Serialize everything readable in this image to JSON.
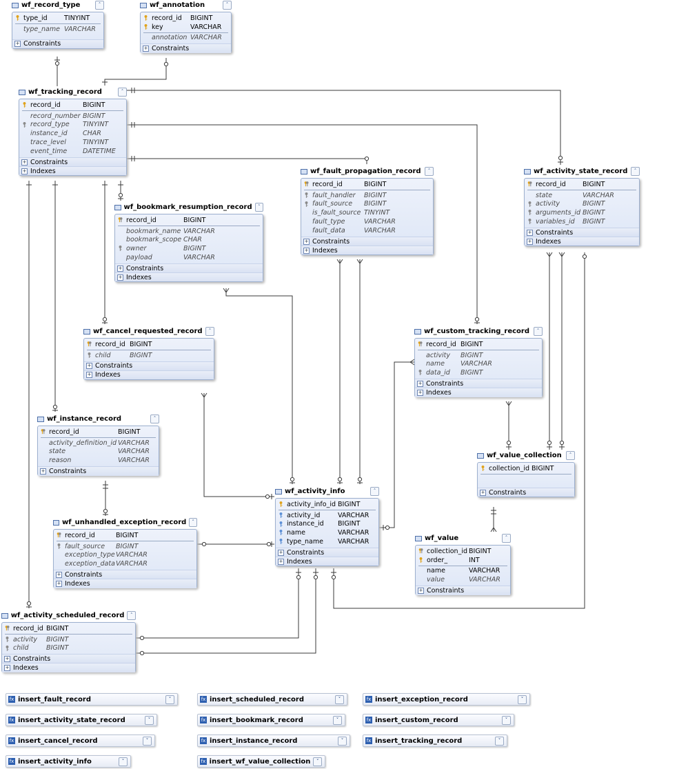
{
  "tables": [
    {
      "id": "t_record_type",
      "name": "wf_record_type",
      "rows": [
        {
          "name": "type_id",
          "type": "TINYINT",
          "key": "pk"
        },
        {
          "sep": true
        },
        {
          "name": "type_name",
          "type": "VARCHAR",
          "key": ""
        }
      ],
      "sections": [
        "Constraints"
      ]
    },
    {
      "id": "t_annotation",
      "name": "wf_annotation",
      "rows": [
        {
          "name": "record_id",
          "type": "BIGINT",
          "key": "pk"
        },
        {
          "name": "key",
          "type": "VARCHAR",
          "key": "pk"
        },
        {
          "sep": true
        },
        {
          "name": "annotation",
          "type": "VARCHAR",
          "key": ""
        }
      ],
      "sections": [
        "Constraints"
      ]
    },
    {
      "id": "t_tracking_record",
      "name": "wf_tracking_record",
      "rows": [
        {
          "name": "record_id",
          "type": "BIGINT",
          "key": "pk"
        },
        {
          "sep": true
        },
        {
          "name": "record_number",
          "type": "BIGINT",
          "key": ""
        },
        {
          "name": "record_type",
          "type": "TINYINT",
          "key": "fk"
        },
        {
          "name": "instance_id",
          "type": "CHAR",
          "key": ""
        },
        {
          "name": "trace_level",
          "type": "TINYINT",
          "key": ""
        },
        {
          "name": "event_time",
          "type": "DATETIME",
          "key": ""
        }
      ],
      "sections": [
        "Constraints",
        "Indexes"
      ]
    },
    {
      "id": "t_bookmark",
      "name": "wf_bookmark_resumption_record",
      "rows": [
        {
          "name": "record_id",
          "type": "BIGINT",
          "key": "pkfk"
        },
        {
          "sep": true
        },
        {
          "name": "bookmark_name",
          "type": "VARCHAR",
          "key": ""
        },
        {
          "name": "bookmark_scope",
          "type": "CHAR",
          "key": ""
        },
        {
          "name": "owner",
          "type": "BIGINT",
          "key": "fk"
        },
        {
          "name": "payload",
          "type": "VARCHAR",
          "key": ""
        }
      ],
      "sections": [
        "Constraints",
        "Indexes"
      ]
    },
    {
      "id": "t_fault",
      "name": "wf_fault_propagation_record",
      "rows": [
        {
          "name": "record_id",
          "type": "BIGINT",
          "key": "pkfk"
        },
        {
          "sep": true
        },
        {
          "name": "fault_handler",
          "type": "BIGINT",
          "key": "fk"
        },
        {
          "name": "fault_source",
          "type": "BIGINT",
          "key": "fk"
        },
        {
          "name": "is_fault_source",
          "type": "TINYINT",
          "key": ""
        },
        {
          "name": "fault_type",
          "type": "VARCHAR",
          "key": ""
        },
        {
          "name": "fault_data",
          "type": "VARCHAR",
          "key": ""
        }
      ],
      "sections": [
        "Constraints",
        "Indexes"
      ]
    },
    {
      "id": "t_activity_state",
      "name": "wf_activity_state_record",
      "rows": [
        {
          "name": "record_id",
          "type": "BIGINT",
          "key": "pkfk"
        },
        {
          "sep": true
        },
        {
          "name": "state",
          "type": "VARCHAR",
          "key": ""
        },
        {
          "name": "activity",
          "type": "BIGINT",
          "key": "fk"
        },
        {
          "name": "arguments_id",
          "type": "BIGINT",
          "key": "fk"
        },
        {
          "name": "variables_id",
          "type": "BIGINT",
          "key": "fk"
        }
      ],
      "sections": [
        "Constraints",
        "Indexes"
      ]
    },
    {
      "id": "t_cancel",
      "name": "wf_cancel_requested_record",
      "rows": [
        {
          "name": "record_id",
          "type": "BIGINT",
          "key": "pkfk"
        },
        {
          "sep": true
        },
        {
          "name": "child",
          "type": "BIGINT",
          "key": "fk"
        }
      ],
      "sections": [
        "Constraints",
        "Indexes"
      ]
    },
    {
      "id": "t_custom",
      "name": "wf_custom_tracking_record",
      "rows": [
        {
          "name": "record_id",
          "type": "BIGINT",
          "key": "pkfk"
        },
        {
          "sep": true
        },
        {
          "name": "activity",
          "type": "BIGINT",
          "key": ""
        },
        {
          "name": "name",
          "type": "VARCHAR",
          "key": ""
        },
        {
          "name": "data_id",
          "type": "BIGINT",
          "key": "fk"
        }
      ],
      "sections": [
        "Constraints",
        "Indexes"
      ]
    },
    {
      "id": "t_instance",
      "name": "wf_instance_record",
      "rows": [
        {
          "name": "record_id",
          "type": "BIGINT",
          "key": "pkfk"
        },
        {
          "sep": true
        },
        {
          "name": "activity_definition_id",
          "type": "VARCHAR",
          "key": ""
        },
        {
          "name": "state",
          "type": "VARCHAR",
          "key": ""
        },
        {
          "name": "reason",
          "type": "VARCHAR",
          "key": ""
        }
      ],
      "sections": [
        "Constraints"
      ]
    },
    {
      "id": "t_value_collection",
      "name": "wf_value_collection",
      "rows": [
        {
          "name": "collection_id",
          "type": "BIGINT",
          "key": "pk"
        },
        {
          "sep": true
        }
      ],
      "sections": [
        "Constraints"
      ]
    },
    {
      "id": "t_activity_info",
      "name": "wf_activity_info",
      "rows": [
        {
          "name": "activity_info_id",
          "type": "BIGINT",
          "key": "pk"
        },
        {
          "sep": true
        },
        {
          "name": "activity_id",
          "type": "VARCHAR",
          "key": "ak"
        },
        {
          "name": "instance_id",
          "type": "BIGINT",
          "key": "ak"
        },
        {
          "name": "name",
          "type": "VARCHAR",
          "key": "ak"
        },
        {
          "name": "type_name",
          "type": "VARCHAR",
          "key": "ak"
        }
      ],
      "sections": [
        "Constraints",
        "Indexes"
      ]
    },
    {
      "id": "t_unhandled",
      "name": "wf_unhandled_exception_record",
      "rows": [
        {
          "name": "record_id",
          "type": "BIGINT",
          "key": "pkfk"
        },
        {
          "sep": true
        },
        {
          "name": "fault_source",
          "type": "BIGINT",
          "key": "fk"
        },
        {
          "name": "exception_type",
          "type": "VARCHAR",
          "key": ""
        },
        {
          "name": "exception_data",
          "type": "VARCHAR",
          "key": ""
        }
      ],
      "sections": [
        "Constraints",
        "Indexes"
      ]
    },
    {
      "id": "t_value",
      "name": "wf_value",
      "rows": [
        {
          "name": "collection_id",
          "type": "BIGINT",
          "key": "pkfk"
        },
        {
          "name": "order_",
          "type": "INT",
          "key": "pk"
        },
        {
          "sep": true
        },
        {
          "name": "name",
          "type": "VARCHAR",
          "key": "plain"
        },
        {
          "name": "value",
          "type": "VARCHAR",
          "key": ""
        }
      ],
      "sections": [
        "Constraints"
      ]
    },
    {
      "id": "t_scheduled",
      "name": "wf_activity_scheduled_record",
      "rows": [
        {
          "name": "record_id",
          "type": "BIGINT",
          "key": "pkfk"
        },
        {
          "sep": true
        },
        {
          "name": "activity",
          "type": "BIGINT",
          "key": "fk"
        },
        {
          "name": "child",
          "type": "BIGINT",
          "key": "fk"
        }
      ],
      "sections": [
        "Constraints",
        "Indexes"
      ]
    }
  ],
  "procedures": [
    "insert_fault_record",
    "insert_scheduled_record",
    "insert_exception_record",
    "insert_activity_state_record",
    "insert_bookmark_record",
    "insert_custom_record",
    "insert_cancel_record",
    "insert_instance_record",
    "insert_tracking_record",
    "insert_activity_info",
    "insert_wf_value_collection"
  ],
  "colors": {
    "table_bg": "#e3eaf7",
    "table_border": "#9db0cf",
    "pk_key": "#e0a21a",
    "fk_key": "#8a8a8a",
    "link": "#333333"
  }
}
